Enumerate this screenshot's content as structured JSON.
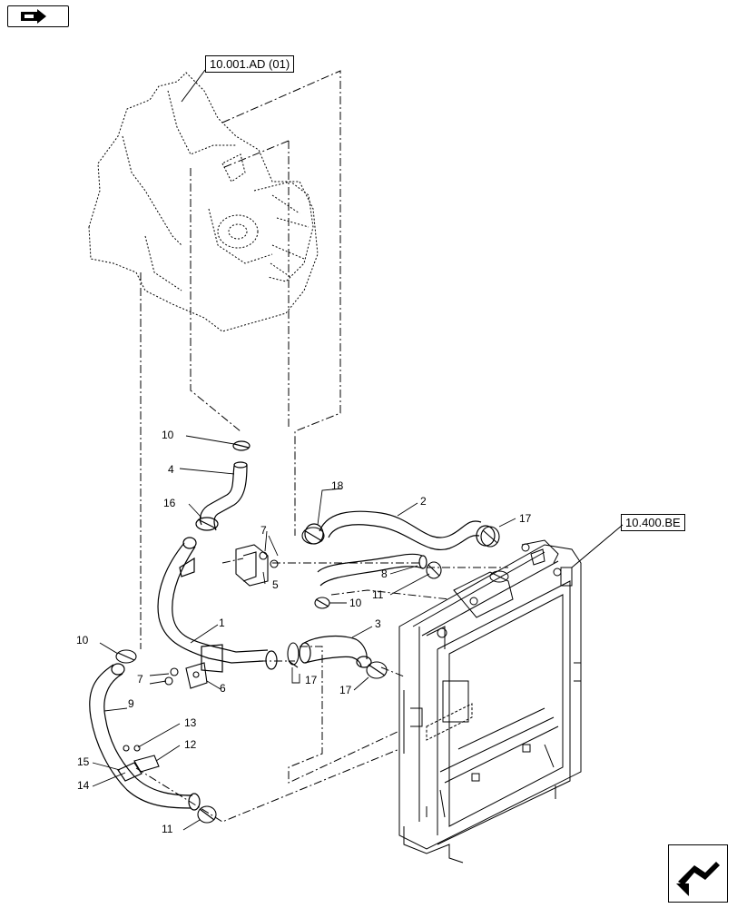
{
  "references": {
    "engine": "10.001.AD (01)",
    "radiator": "10.400.BE"
  },
  "callouts": [
    {
      "id": "c10a",
      "text": "10"
    },
    {
      "id": "c4",
      "text": "4"
    },
    {
      "id": "c16",
      "text": "16"
    },
    {
      "id": "c7a",
      "text": "7"
    },
    {
      "id": "c5",
      "text": "5"
    },
    {
      "id": "c18",
      "text": "18"
    },
    {
      "id": "c2",
      "text": "2"
    },
    {
      "id": "c17a",
      "text": "17"
    },
    {
      "id": "c8",
      "text": "8"
    },
    {
      "id": "c11a",
      "text": "11"
    },
    {
      "id": "c10b",
      "text": "10"
    },
    {
      "id": "c1",
      "text": "1"
    },
    {
      "id": "c3",
      "text": "3"
    },
    {
      "id": "c10c",
      "text": "10"
    },
    {
      "id": "c7b",
      "text": "7"
    },
    {
      "id": "c6",
      "text": "6"
    },
    {
      "id": "c17b",
      "text": "17"
    },
    {
      "id": "c17c",
      "text": "17"
    },
    {
      "id": "c9",
      "text": "9"
    },
    {
      "id": "c13",
      "text": "13"
    },
    {
      "id": "c12",
      "text": "12"
    },
    {
      "id": "c15",
      "text": "15"
    },
    {
      "id": "c14",
      "text": "14"
    },
    {
      "id": "c11b",
      "text": "11"
    }
  ],
  "icons": {
    "top_left": "forward-nav-icon",
    "bottom_right": "return-nav-icon"
  }
}
